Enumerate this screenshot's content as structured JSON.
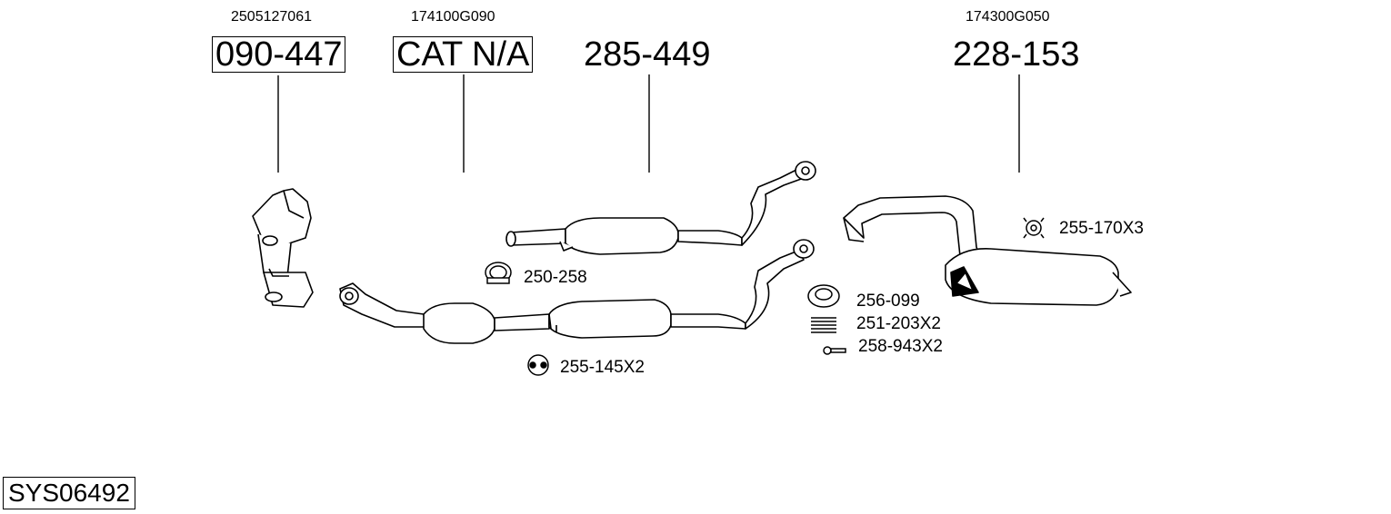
{
  "parts": [
    {
      "oem": "2505127061",
      "number": "090-447",
      "boxed": true
    },
    {
      "oem": "174100G090",
      "number": "CAT N/A",
      "boxed": true
    },
    {
      "oem": "",
      "number": "285-449",
      "boxed": false
    },
    {
      "oem": "174300G050",
      "number": "228-153",
      "boxed": false
    }
  ],
  "accessories": [
    {
      "label": "250-258",
      "icon": "clamp-icon"
    },
    {
      "label": "255-145X2",
      "icon": "rubber-mount-icon"
    },
    {
      "label": "256-099",
      "icon": "gasket-ring-icon"
    },
    {
      "label": "251-203X2",
      "icon": "spring-icon"
    },
    {
      "label": "258-943X2",
      "icon": "bolt-icon"
    },
    {
      "label": "255-170X3",
      "icon": "hanger-icon"
    }
  ],
  "system_code": "SYS06492",
  "colors": {
    "line": "#000000",
    "background": "#ffffff",
    "part_fill": "#ffffff",
    "shade": "#d0d0d0"
  }
}
